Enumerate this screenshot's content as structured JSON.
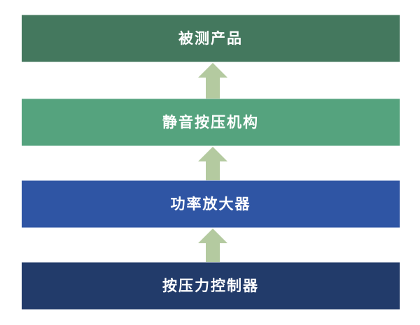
{
  "diagram": {
    "type": "vertical-flow",
    "direction": "bottom-to-top",
    "background_color": "#ffffff",
    "arrow_color": "#b4caa0",
    "text_color": "#ffffff",
    "nodes": [
      {
        "label": "被测产品",
        "color": "#44785e",
        "level": 4
      },
      {
        "label": "静音按压机构",
        "color": "#55a37e",
        "level": 3
      },
      {
        "label": "功率放大器",
        "color": "#2f55a4",
        "level": 2
      },
      {
        "label": "按压力控制器",
        "color": "#223b6a",
        "level": 1
      }
    ],
    "arrows": [
      {
        "from": "静音按压机构",
        "to": "被测产品",
        "icon": "arrow-up-icon"
      },
      {
        "from": "功率放大器",
        "to": "静音按压机构",
        "icon": "arrow-up-icon"
      },
      {
        "from": "按压力控制器",
        "to": "功率放大器",
        "icon": "arrow-up-icon"
      }
    ]
  }
}
